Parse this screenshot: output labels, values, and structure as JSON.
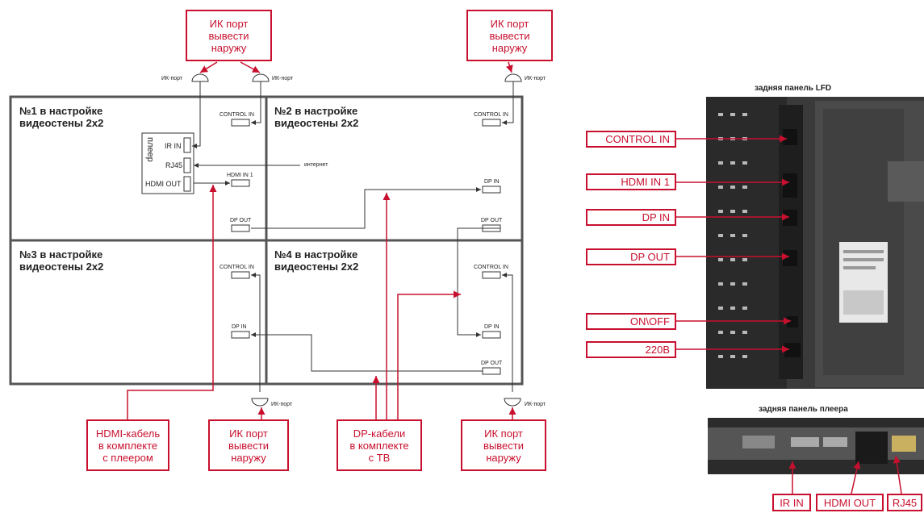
{
  "top_callouts": {
    "ir_left": "ИК порт\nвывести\nнаружу",
    "ir_right": "ИК порт\nвывести\nнаружу"
  },
  "ir_label": "ИК-порт",
  "cells": {
    "c1": "№1 в настройке\nвидеостены 2х2",
    "c2": "№2 в настройке\nвидеостены 2х2",
    "c3": "№3 в настройке\nвидеостены 2х2",
    "c4": "№4 в настройке\nвидеостены 2х2"
  },
  "ports": {
    "control_in": "CONTROL IN",
    "hdmi_in_1": "HDMI IN 1",
    "dp_in": "DP IN",
    "dp_out": "DP OUT",
    "internet": "интернет"
  },
  "player": {
    "name": "плеер",
    "ir_in": "IR IN",
    "rj45": "RJ45",
    "hdmi_out": "HDMI OUT"
  },
  "bottom_callouts": {
    "hdmi_cable": "HDMI-кабель\nв комплекте\nс плеером",
    "ir_left": "ИК порт\nвывести\nнаружу",
    "dp_cables": "DP-кабели\nв комплекте\nс ТВ",
    "ir_right": "ИК порт\nвывести\nнаружу"
  },
  "lfd": {
    "title": "задняя панель LFD",
    "labels": [
      "CONTROL IN",
      "HDMI IN 1",
      "DP IN",
      "DP OUT",
      "ON\\OFF",
      "220В"
    ]
  },
  "player_panel": {
    "title": "задняя панель плеера",
    "labels": [
      "IR IN",
      "HDMI OUT",
      "RJ45"
    ]
  },
  "colors": {
    "accent": "#c8102e",
    "frame": "#555555",
    "line": "#333333"
  }
}
